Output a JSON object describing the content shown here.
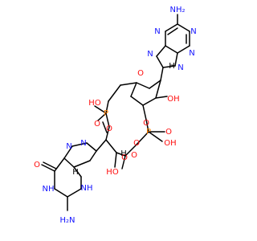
{
  "labels": {
    "nh2_top": "NH₂",
    "n_top_right": "N",
    "n_top_left": "N",
    "n_mid_left": "N",
    "n_mid_right": "N",
    "n_bottom_right": "N",
    "o_ring_top": "O",
    "oh_top": "OH",
    "ho_left": "HO",
    "o_left": "O",
    "o_right": "O",
    "p_left": "P",
    "p_right": "P",
    "o_eq_left": "O",
    "o_eq_right": "O",
    "o_h_right": "OH",
    "n_left_ring": "N",
    "n_left_ring2": "N",
    "h_left": "H",
    "o_left_bottom": "O",
    "ho_bottom": "HO",
    "o_ring_bottom": "O",
    "o_bottom_right": "O",
    "nh_left": "NH",
    "nh_bottom": "NH",
    "h2n_bottom": "H₂N",
    "o_carbonyl": "O",
    "h_top": "H",
    "h_mid": "H"
  },
  "colors": {
    "nitrogen": "#1414ff",
    "oxygen": "#ff0d0d",
    "phosphorus": "#ff8000",
    "carbon": "#000000"
  }
}
